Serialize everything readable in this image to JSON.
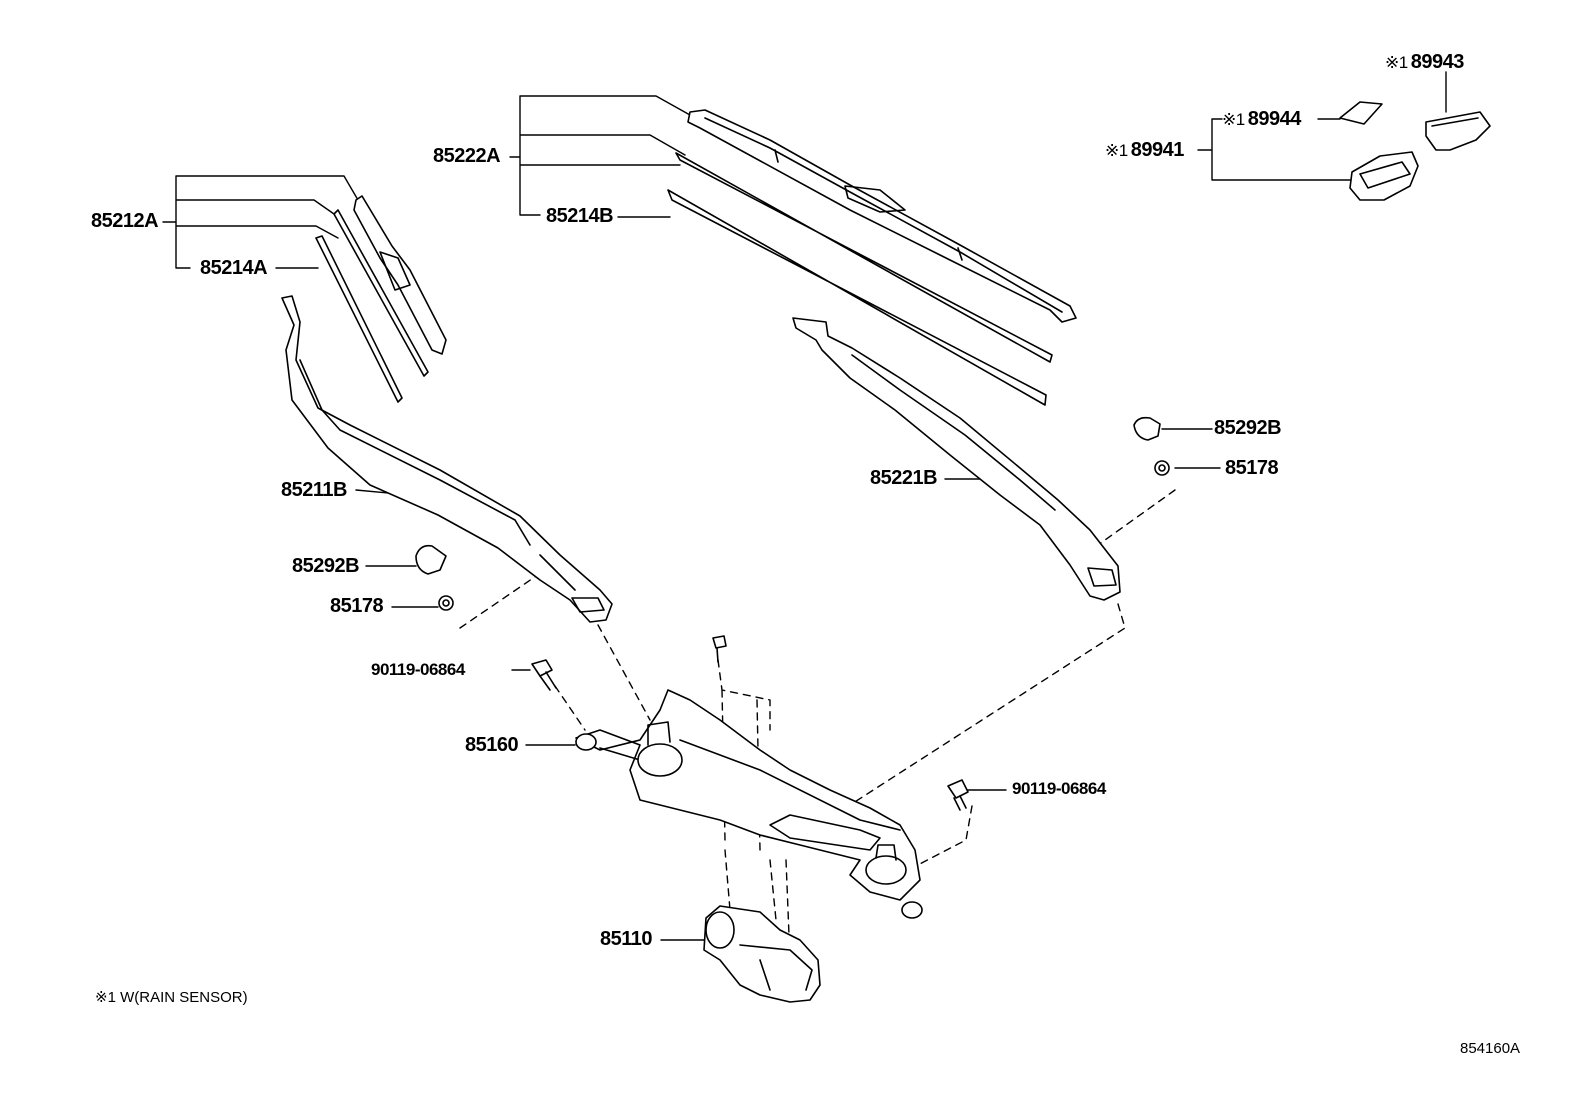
{
  "parts": {
    "p85222A": "85222A",
    "p85214B": "85214B",
    "p85212A": "85212A",
    "p85214A": "85214A",
    "p85211B": "85211B",
    "p85292B_left": "85292B",
    "p85178_left": "85178",
    "p90119_left": "90119-06864",
    "p85160": "85160",
    "p85110": "85110",
    "p85221B": "85221B",
    "p85292B_right": "85292B",
    "p85178_right": "85178",
    "p90119_right": "90119-06864",
    "p89943": "89943",
    "p89944": "89944",
    "p89941": "89941"
  },
  "marks": {
    "m1": "※1",
    "m2": "※1",
    "m3": "※1"
  },
  "footnote": "※1 W(RAIN SENSOR)",
  "diagram_code": "854160A"
}
